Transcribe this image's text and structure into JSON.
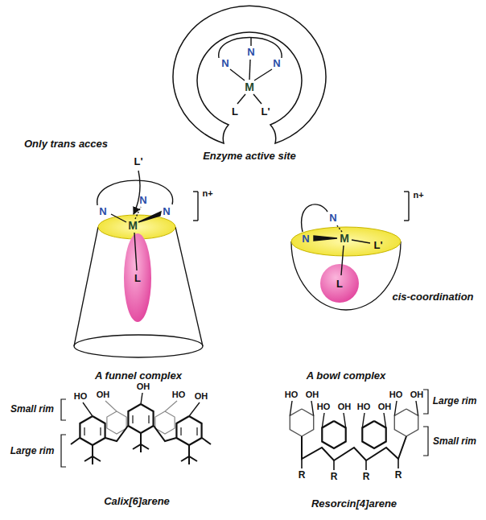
{
  "diagram": {
    "labels": [
      "Enzyme active site",
      "N",
      "N",
      "N",
      "M",
      "L",
      "L'",
      "Only trans acces",
      "L'",
      "N",
      "N",
      "N",
      "M",
      "L",
      "n+",
      "A funnel complex",
      "N",
      "N",
      "M",
      "L'",
      "L",
      "n+",
      "cis-coordination",
      "A bowl complex",
      "Small rim",
      "Large rim",
      "Calix[6]arene",
      "HO",
      "OH",
      "OH",
      "HO",
      "OH",
      "Large rim",
      "Small rim",
      "Resorcin[4]arene",
      "HO",
      "OH",
      "HO",
      "OH",
      "HO",
      "OH",
      "HO",
      "OH",
      "R",
      "R",
      "R",
      "R"
    ]
  }
}
